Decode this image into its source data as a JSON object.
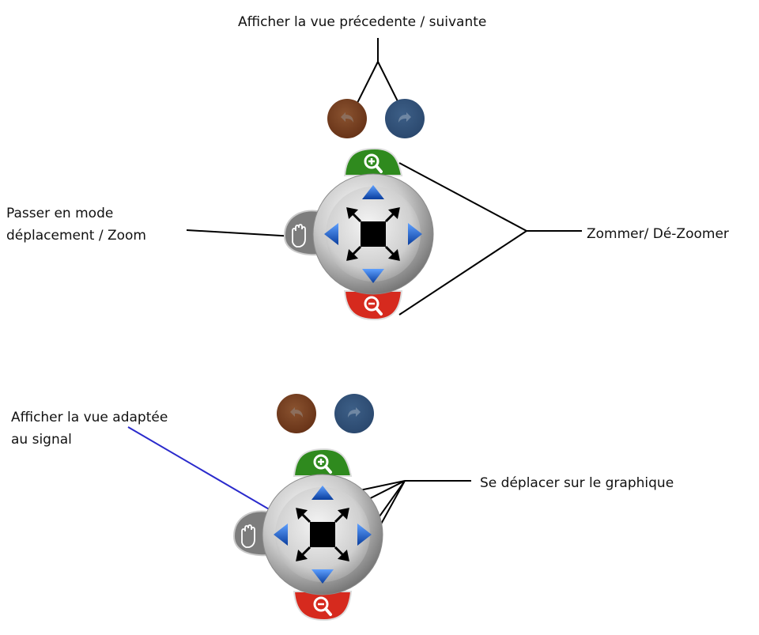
{
  "labels": {
    "prev_next": "Afficher la vue précedente / suivante",
    "pan_zoom_mode_line1": "Passer en mode",
    "pan_zoom_mode_line2": "déplacement / Zoom",
    "zoom_in_out": "Zommer/ Dé-Zoomer",
    "fit_view_line1": "Afficher la vue adaptée",
    "fit_view_line2": "au signal",
    "move_graph": "Se déplacer sur le graphique"
  },
  "icons": {
    "back": "back-arrow-icon",
    "forward": "forward-arrow-icon",
    "zoom_in": "zoom-in-icon",
    "zoom_out": "zoom-out-icon",
    "hand": "hand-icon",
    "fit": "fit-view-icon",
    "pan_arrow": "triangle-arrow-icon"
  },
  "colors": {
    "back_button": "#6a3519",
    "forward_button": "#2c4a70",
    "zoom_in": "#2f8a1e",
    "zoom_out": "#d62a1e",
    "pan_arrow": "#1f5fc0",
    "fit_view_pointer": "#2a2acc"
  }
}
